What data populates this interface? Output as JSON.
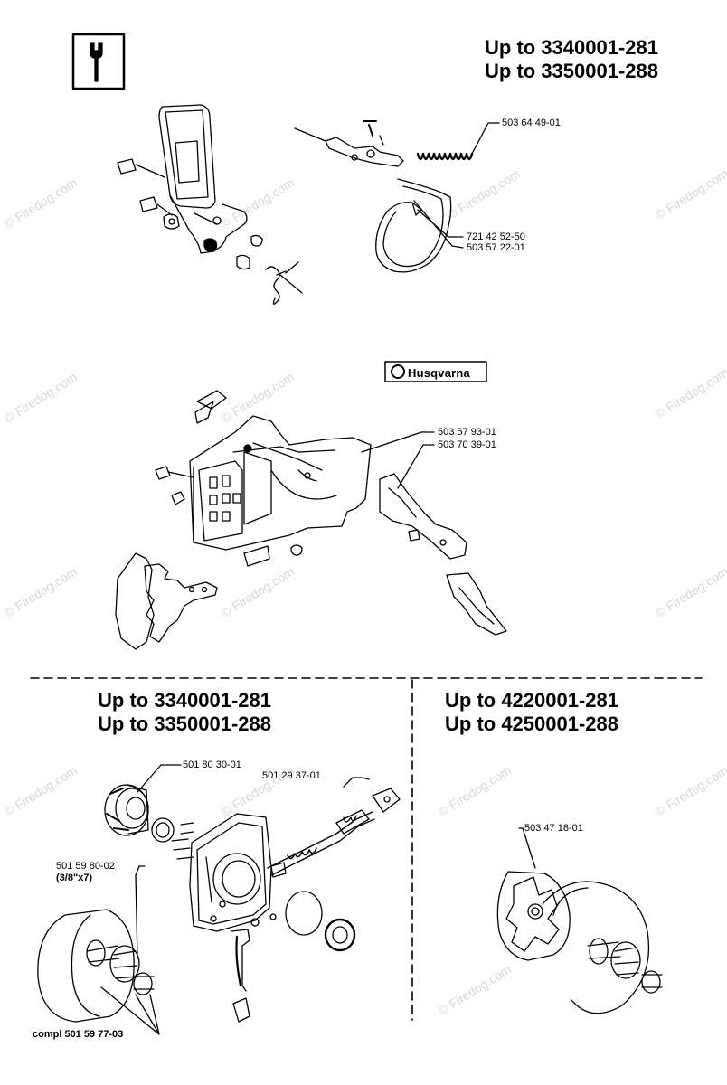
{
  "watermark": {
    "text": "© Firedog.com"
  },
  "section_top": {
    "heading_lines": [
      "Up to 3340001-281",
      "Up to 3350001-288"
    ]
  },
  "section_middle": {
    "brand_label": "Husqvarna"
  },
  "section_bottom_left": {
    "heading_lines": [
      "Up to 3340001-281",
      "Up to 3350001-288"
    ],
    "compl_label": "compl 501 59 77-03",
    "size_note": "(3/8\"x7)"
  },
  "section_bottom_right": {
    "heading_lines": [
      "Up to 4220001-281",
      "Up to 4250001-288"
    ]
  },
  "part_numbers": {
    "p_503644901": "503 64 49-01",
    "p_721425250": "721 42 52-50",
    "p_503572201": "503 57 22-01",
    "p_503579301": "503 57 93-01",
    "p_503703901": "503 70 39-01",
    "p_501803001": "501 80 30-01",
    "p_501293701": "501 29 37-01",
    "p_501598002": "501 59 80-02",
    "p_503471801": "503 47 18-01"
  },
  "icons": {
    "service": "wrench-icon"
  }
}
